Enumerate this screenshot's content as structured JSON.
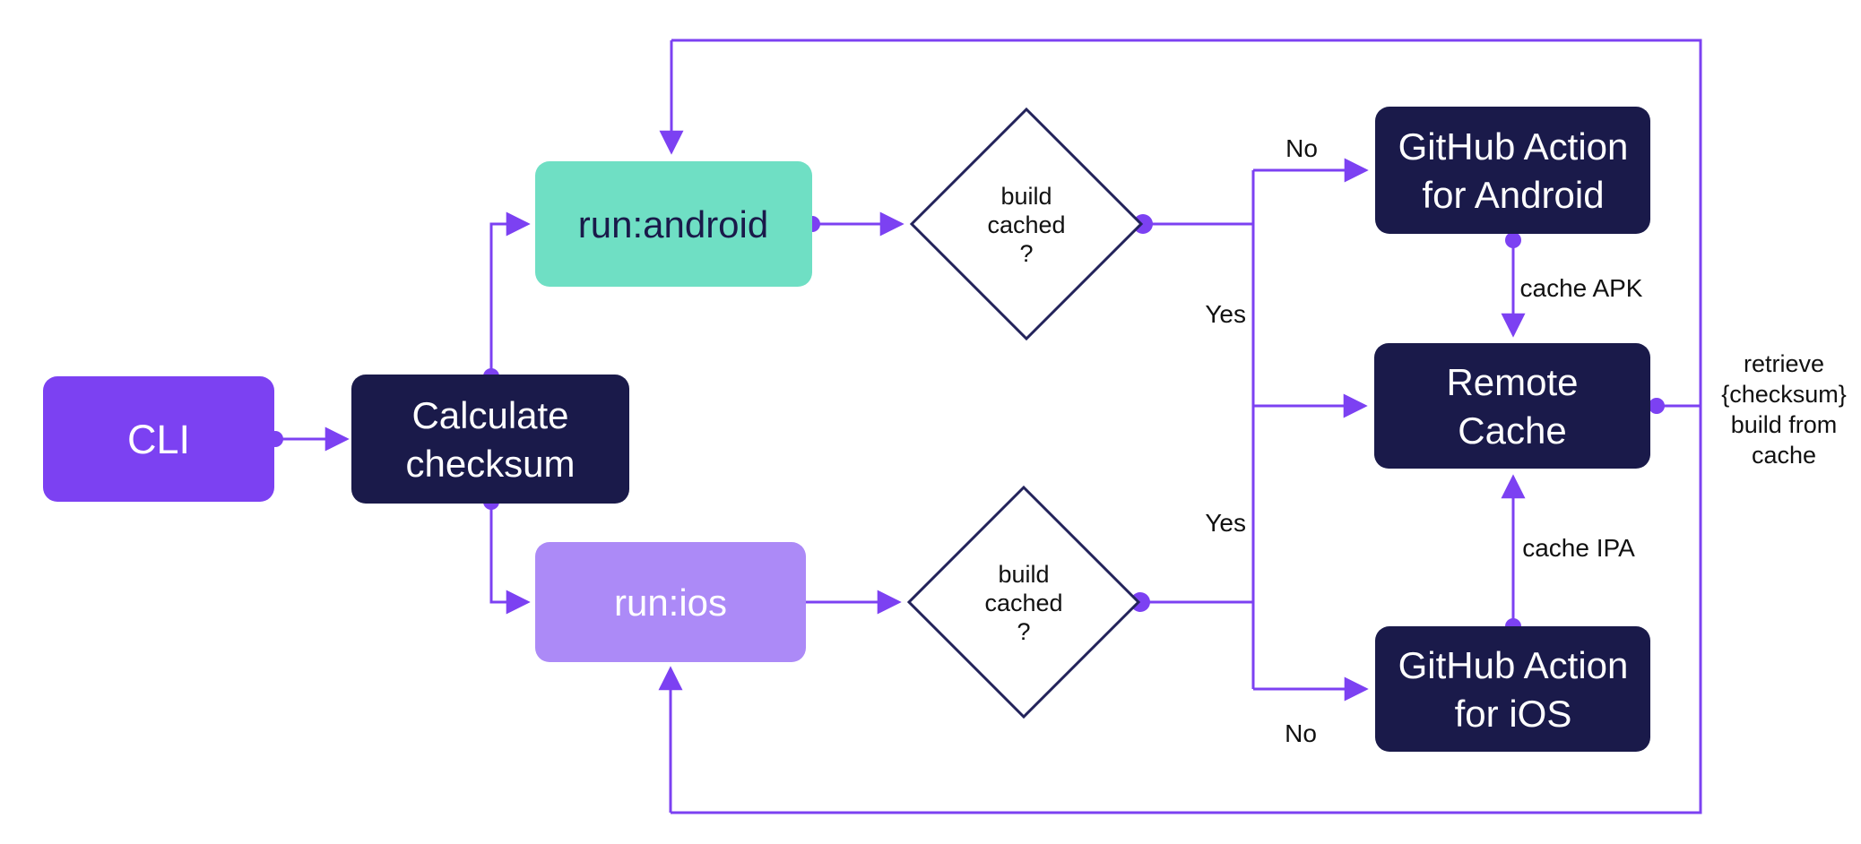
{
  "colors": {
    "accent": "#7C41F2",
    "teal": "#6FDFC4",
    "light_purple": "#AC8AF7",
    "navy": "#1A1A4A",
    "outline": "#23235B",
    "label_text": "#111111",
    "node_text_light": "#FFFFFF",
    "background": "#FFFFFF"
  },
  "nodes": {
    "cli": {
      "label": "CLI"
    },
    "calculate": {
      "line1": "Calculate",
      "line2": "checksum"
    },
    "run_android": {
      "label": "run:android"
    },
    "run_ios": {
      "label": "run:ios"
    },
    "decision_android": {
      "line1": "build",
      "line2": "cached",
      "line3": "?"
    },
    "decision_ios": {
      "line1": "build",
      "line2": "cached",
      "line3": "?"
    },
    "gh_android": {
      "line1": "GitHub Action",
      "line2": "for Android"
    },
    "remote_cache": {
      "line1": "Remote",
      "line2": "Cache"
    },
    "gh_ios": {
      "line1": "GitHub Action",
      "line2": "for iOS"
    }
  },
  "edge_labels": {
    "no_android": "No",
    "yes_android": "Yes",
    "yes_ios": "Yes",
    "no_ios": "No",
    "cache_apk": "cache APK",
    "cache_ipa": "cache IPA",
    "retrieve_line1": "retrieve",
    "retrieve_line2": "{checksum}",
    "retrieve_line3": "build from",
    "retrieve_line4": "cache"
  }
}
